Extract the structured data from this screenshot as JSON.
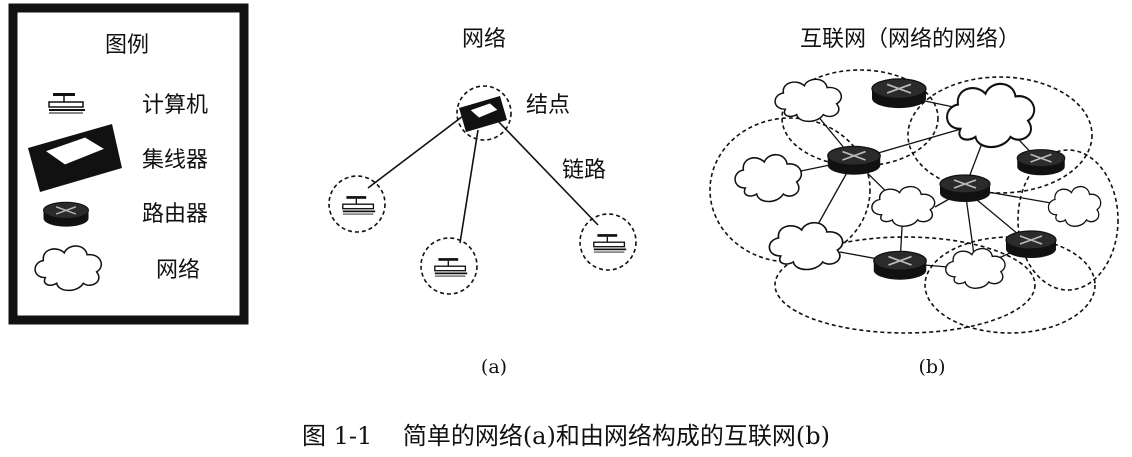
{
  "legend": {
    "title": "图例",
    "items": [
      {
        "icon": "computer-icon",
        "label": "计算机"
      },
      {
        "icon": "hub-icon",
        "label": "集线器"
      },
      {
        "icon": "router-icon",
        "label": "路由器"
      },
      {
        "icon": "cloud-icon",
        "label": "网络"
      }
    ]
  },
  "panel_a": {
    "title": "网络",
    "node_label": "结点",
    "link_label": "链路",
    "caption": "(a)"
  },
  "panel_b": {
    "title": "互联网（网络的网络）",
    "caption": "(b)"
  },
  "figure_caption": "图 1-1    简单的网络(a)和由网络构成的互联网(b)",
  "colors": {
    "ink": "#111111",
    "paper": "#ffffff"
  }
}
